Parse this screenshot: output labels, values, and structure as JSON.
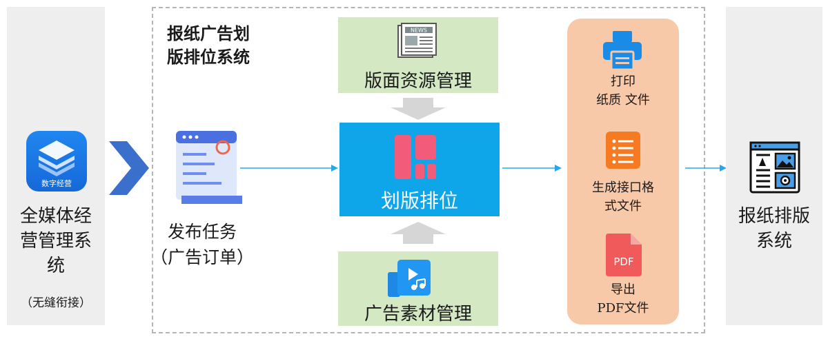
{
  "left_panel": {
    "app_icon_label": "数字经营",
    "title_lines": [
      "全媒体经",
      "营管理系",
      "统"
    ],
    "subtitle": "（无缝衔接）"
  },
  "system_title_lines": [
    "报纸广告划",
    "版排位系统"
  ],
  "publish_task": {
    "lines": [
      "发布任务",
      "（广告订单）"
    ]
  },
  "resource_mgmt": {
    "label": "版面资源管理",
    "icon_text": "NEWS"
  },
  "layout_center": {
    "label": "划版排位"
  },
  "material_mgmt": {
    "label": "广告素材管理"
  },
  "outputs": {
    "print": {
      "lines": [
        "打印",
        "纸质 文件"
      ]
    },
    "interface": {
      "lines": [
        "生成接口格",
        "式文件"
      ]
    },
    "pdf": {
      "icon_text": "PDF",
      "lines": [
        "导出",
        "PDF文件"
      ]
    }
  },
  "right_panel": {
    "title_lines": [
      "报纸排版",
      "系统"
    ]
  },
  "colors": {
    "blue_box": "#0ea5e9",
    "green_box": "#d4e8c4",
    "orange_box": "#f8c9a9",
    "chevron": "#3a6fcc",
    "arrow": "#2aa6e8",
    "panel_gray": "#eeeeee"
  }
}
